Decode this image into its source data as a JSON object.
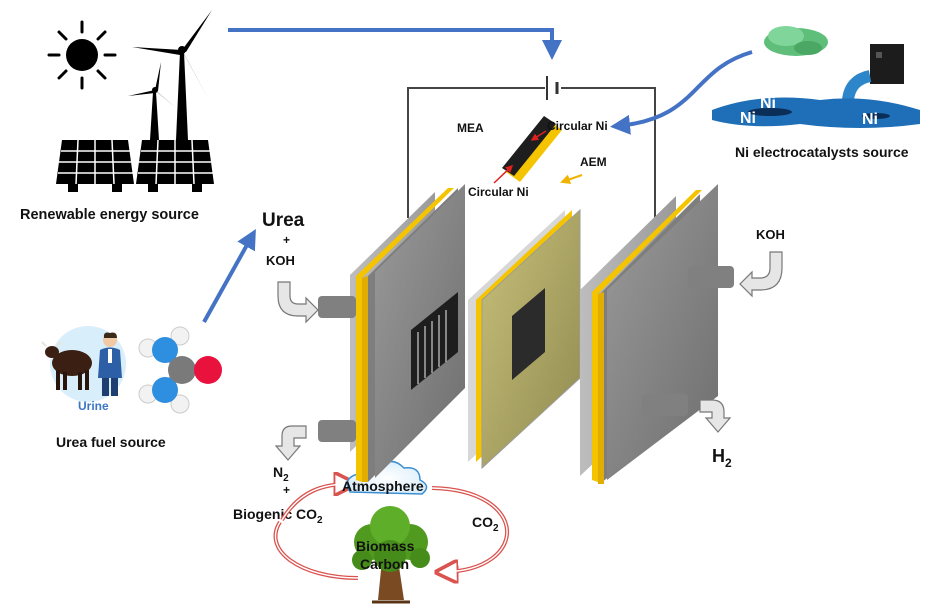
{
  "labels": {
    "renewable": "Renewable energy source",
    "urea": "Urea",
    "plus1": "+",
    "koh_left": "KOH",
    "urine": "Urine",
    "urea_fuel": "Urea fuel source",
    "n2_n": "N",
    "n2_sub": "2",
    "plus2": "+",
    "biogenic": "Biogenic CO",
    "biogenic_sub": "2",
    "atmosphere": "Atmosphere",
    "co2_right": "CO",
    "co2_right_sub": "2",
    "biomass": "Biomass",
    "carbon": "Carbon",
    "mea": "MEA",
    "circular_ni_top": "Circular Ni",
    "circular_ni_bottom": "Circular Ni",
    "aem": "AEM",
    "ni_source": "Ni electrocatalysts source",
    "ni1": "Ni",
    "ni2": "Ni",
    "ni3": "Ni",
    "koh_right": "KOH",
    "h2_h": "H",
    "h2_sub": "2"
  },
  "colors": {
    "arrow_blue": "#4472c4",
    "cycle_red": "#d9534f",
    "membrane_yellow": "#f5c400",
    "plate_gray": "#8c8c8c",
    "powder_green": "#5fbf7a",
    "water_blue": "#1f6fb8"
  },
  "icons": [
    "sun-icon",
    "wind-turbine-icon",
    "solar-panel-icon",
    "cow-icon",
    "person-icon",
    "urea-molecule-icon",
    "cloud-icon",
    "tree-icon",
    "battery-icon",
    "green-powder-icon",
    "factory-outflow-icon"
  ]
}
